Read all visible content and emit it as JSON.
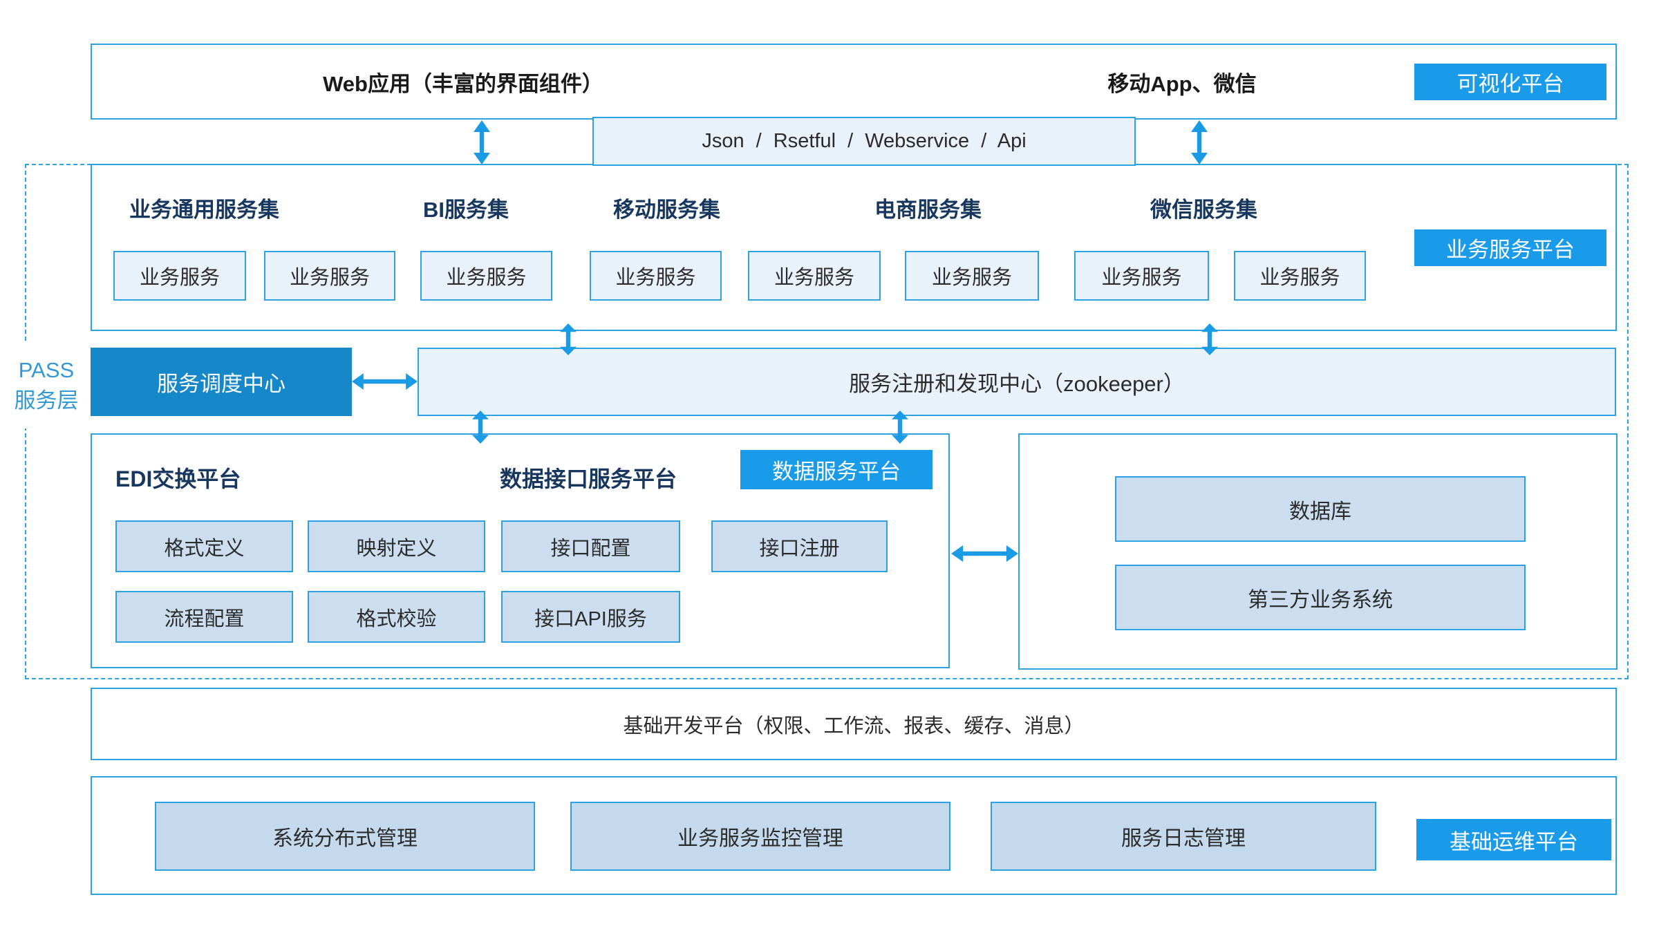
{
  "colors": {
    "accent_blue": "#1B9BE5",
    "border_blue": "#2BA2E2",
    "badge_blue": "#199BE9",
    "solid_box_blue": "#1687C9",
    "light_fill": "#E9F1FA",
    "mid_fill": "#CBDDEF",
    "deep_fill": "#C5D9ED",
    "title_navy": "#17375E",
    "pass_label_blue": "#3399D4",
    "text_dark": "#2B2B2B"
  },
  "top": {
    "web_label": "Web应用（丰富的界面组件）",
    "mobile_label": "移动App、微信",
    "viz_badge": "可视化平台",
    "api_bar": "Json / Rsetful / Webservice / Api"
  },
  "pass_layer": {
    "line1": "PASS",
    "line2": "服务层"
  },
  "business_platform": {
    "badge": "业务服务平台",
    "groups": [
      "业务通用服务集",
      "BI服务集",
      "移动服务集",
      "电商服务集",
      "微信服务集"
    ],
    "service_box_label": "业务服务"
  },
  "middle": {
    "dispatch_center": "服务调度中心",
    "registry_center": "服务注册和发现中心（zookeeper）"
  },
  "data_platform": {
    "edi_title": "EDI交换平台",
    "interface_title": "数据接口服务平台",
    "badge": "数据服务平台",
    "row1": [
      "格式定义",
      "映射定义",
      "接口配置",
      "接口注册"
    ],
    "row2": [
      "流程配置",
      "格式校验",
      "接口API服务"
    ]
  },
  "external_systems": {
    "db": "数据库",
    "third_party": "第三方业务系统"
  },
  "base_dev": {
    "label": "基础开发平台（权限、工作流、报表、缓存、消息）"
  },
  "ops_platform": {
    "badge": "基础运维平台",
    "items": [
      "系统分布式管理",
      "业务服务监控管理",
      "服务日志管理"
    ]
  }
}
